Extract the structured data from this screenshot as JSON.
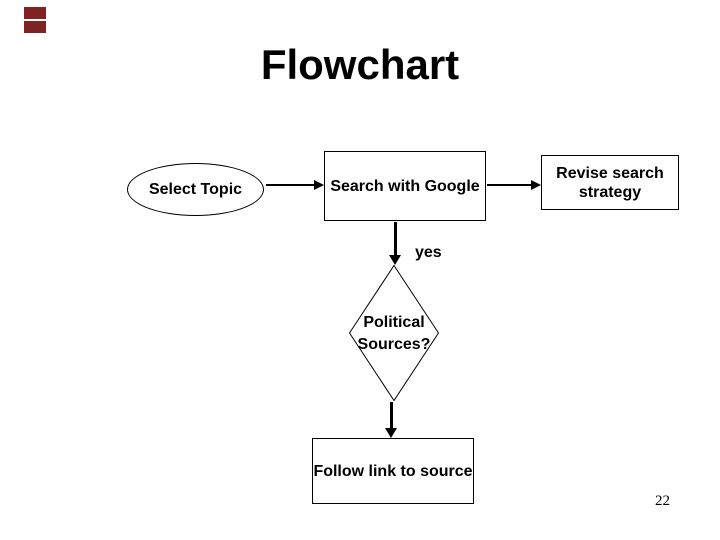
{
  "slide": {
    "title": "Flowchart",
    "page_number": "22"
  },
  "decoration": {
    "corner_square_color": "#7e2222"
  },
  "flowchart": {
    "nodes": {
      "select_topic": {
        "shape": "ellipse",
        "label": "Select Topic"
      },
      "search_with_google": {
        "shape": "rectangle",
        "label": "Search with Google"
      },
      "revise_search_strategy": {
        "shape": "rectangle",
        "label": "Revise search strategy"
      },
      "political_sources": {
        "shape": "diamond",
        "label": "Political Sources?"
      },
      "follow_link_to_source": {
        "shape": "rectangle",
        "label": "Follow link to source"
      }
    },
    "edges": [
      {
        "from": "select_topic",
        "to": "search_with_google",
        "label": ""
      },
      {
        "from": "search_with_google",
        "to": "revise_search_strategy",
        "label": ""
      },
      {
        "from": "search_with_google",
        "to": "political_sources",
        "label": "yes"
      },
      {
        "from": "political_sources",
        "to": "follow_link_to_source",
        "label": ""
      }
    ],
    "edge_labels": {
      "yes": "yes"
    }
  }
}
